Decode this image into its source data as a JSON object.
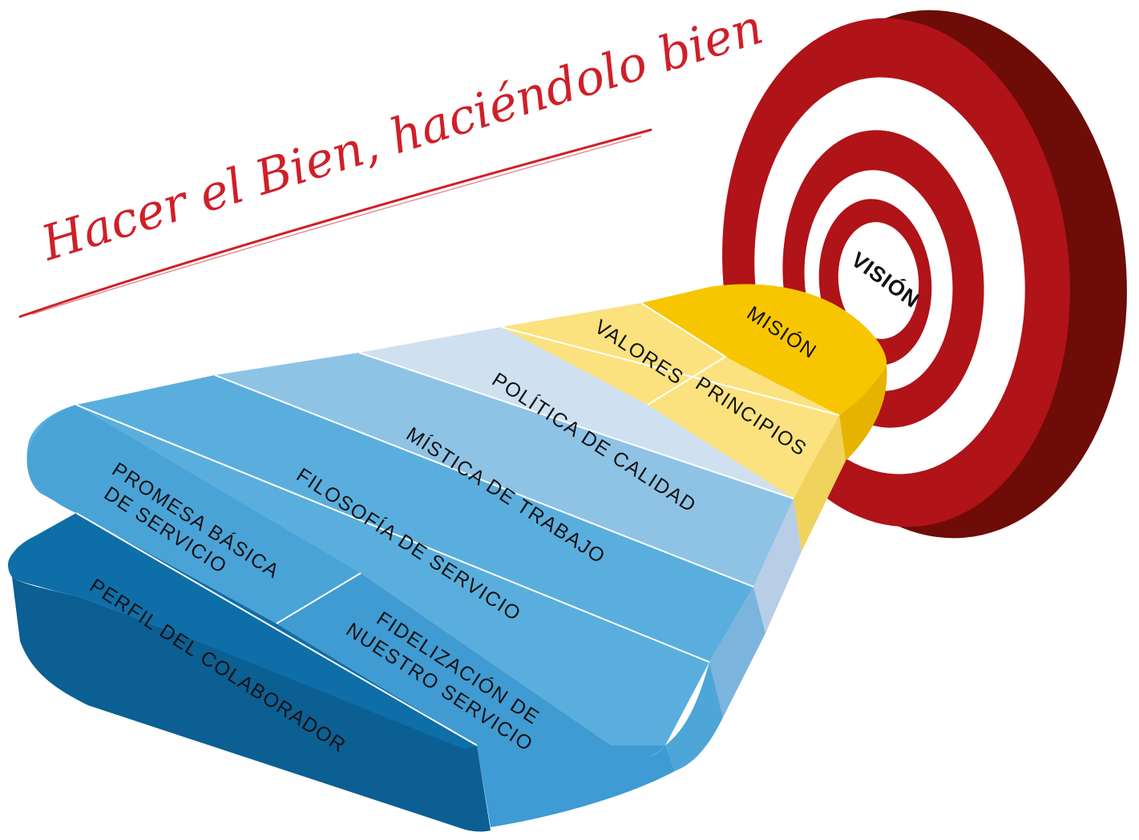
{
  "tagline": "Hacer el Bien, haciéndolo bien",
  "target": {
    "center_label": "VISIÓN"
  },
  "layers": {
    "mision": "MISIÓN",
    "valores": "VALORES",
    "principios": "PRINCIPIOS",
    "politica": "POLÍTICA DE CALIDAD",
    "mistica": "MÍSTICA DE TRABAJO",
    "filosofia": "FILOSOFÍA DE SERVICIO",
    "promesa_1": "PROMESA BÁSICA",
    "promesa_2": "DE SERVICIO",
    "fidelizacion_1": "FIDELIZACIÓN DE",
    "fidelizacion_2": "NUESTRO SERVICIO",
    "perfil": "PERFIL DEL COLABORADOR"
  },
  "colors": {
    "accent_red": "#b01318",
    "dark_red": "#6e0c08",
    "script_red": "#d01f28",
    "yellow": "#f7c600",
    "pale_yellow": "#fbe27e",
    "pale_blue": "#cfe0f1",
    "light_blue": "#8ec3e6",
    "mid_blue": "#5aaedd",
    "blue": "#3e9bd3",
    "dark_blue": "#0e6ea8"
  }
}
